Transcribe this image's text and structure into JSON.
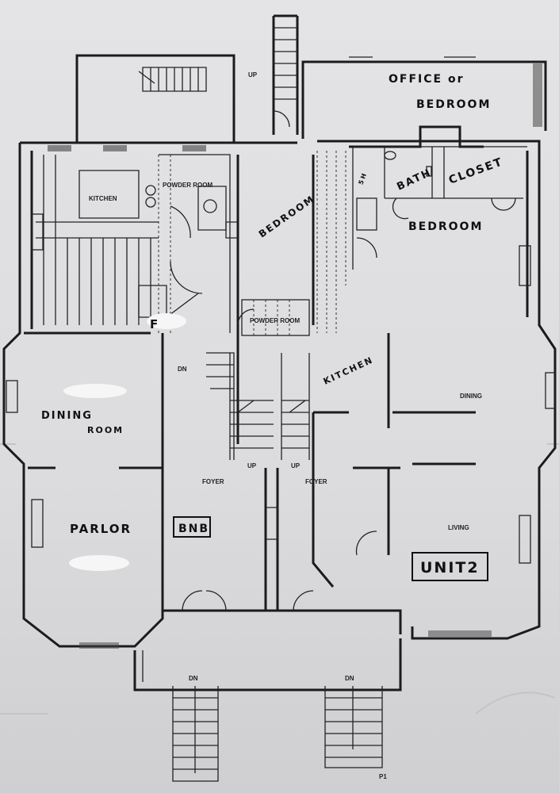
{
  "labels": {
    "office": "OFFICE or",
    "office_bedroom": "BEDROOM",
    "bath": "BATH",
    "closet": "CLOSET",
    "bedroom_unit2": "BEDROOM",
    "bath_tag": "5H",
    "kitchen_left": "KITCHEN",
    "powder_room_left": "POWDER ROOM",
    "bedroom_center": "BEDROOM",
    "powder_room_center": "POWDER ROOM",
    "kitchen_right": "KITCHEN",
    "dining_right": "DINING",
    "dining_room": "DINING",
    "dining_room_2": "ROOM",
    "parlor": "PARLOR",
    "foyer_left": "FOYER",
    "foyer_right": "FOYER",
    "bnb": "BNB",
    "living": "LIVING",
    "unit2": "UNIT2",
    "up": "UP",
    "dn": "DN",
    "f_mark": "F",
    "page_mark": "P1"
  }
}
